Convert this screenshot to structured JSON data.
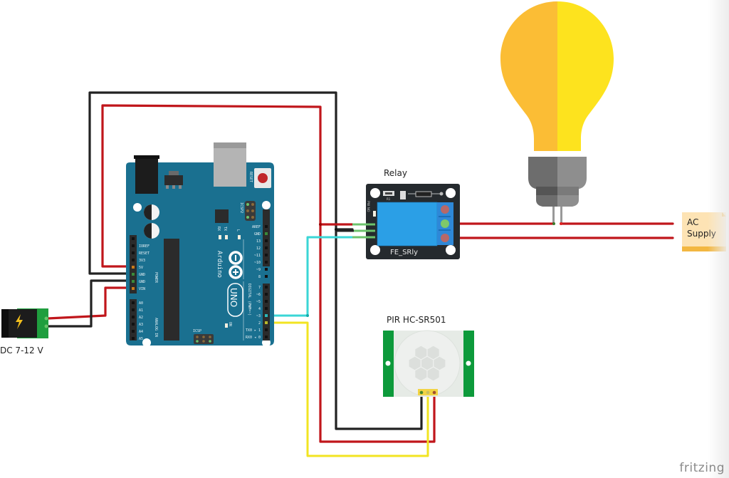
{
  "diagram": {
    "tool_watermark": "fritzing",
    "components": {
      "power_jack": {
        "label": "DC 7-12 V",
        "icon": "lightning-icon"
      },
      "arduino": {
        "brand": "Arduino",
        "model": "UNO",
        "trademark": "TM",
        "reset_label": "RESET",
        "icsp2_label": "ICSP2",
        "icsp_label": "ICSP",
        "led_labels": [
          "RX",
          "TX",
          "L",
          "ON"
        ],
        "power_header": [
          "IOREF",
          "RESET",
          "3V3",
          "5V",
          "GND",
          "GND",
          "VIN"
        ],
        "power_group_label": "POWER",
        "analog_header": [
          "A0",
          "A1",
          "A2",
          "A3",
          "A4",
          "A5"
        ],
        "analog_group_label": "ANALOG IN",
        "digital_header_top": [
          "AREF",
          "GND",
          "13",
          "12",
          "~11",
          "~10",
          "~9",
          "8"
        ],
        "digital_header_bottom": [
          "7",
          "~6",
          "~5",
          "4",
          "~3",
          "2",
          "TX0 ▸ 1",
          "RX0 ◂ 0"
        ],
        "digital_group_label": "DIGITAL (PWM=~)"
      },
      "relay": {
        "label": "Relay",
        "board_text": "FE_SRly",
        "pin_labels": [
          "PW",
          "NO"
        ],
        "part_label": "R1"
      },
      "pir": {
        "label": "PIR HC-SR501"
      },
      "bulb": {
        "label": ""
      },
      "ac_supply": {
        "label_line1": "AC",
        "label_line2": "Supply"
      }
    },
    "wire_colors": {
      "red": "#c0161b",
      "black": "#222222",
      "cyan": "#3ad6d6",
      "yellow": "#f2e422",
      "green": "#6cc36c"
    },
    "colors": {
      "arduino_board": "#1a7090",
      "relay_board": "#252a2e",
      "relay_block": "#2b9fe6",
      "terminal_block": "#2e88d8",
      "pir_green": "#0d9a3b",
      "pir_lens": "#e6ebe6",
      "bulb_left": "#fbbd35",
      "bulb_right": "#fde31e",
      "socket_dark": "#6d6d6d",
      "socket_light": "#8e8e8e",
      "note_bg": "#fde3b4",
      "note_bar": "#f3b741"
    }
  }
}
